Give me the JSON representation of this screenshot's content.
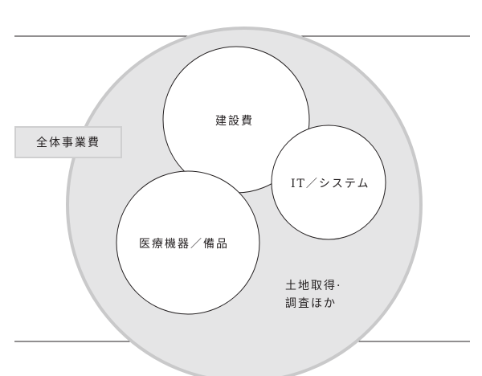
{
  "total_label": "全体事業費",
  "circles": {
    "construction": "建設費",
    "it": "IT／システム",
    "medical": "医療機器／備品"
  },
  "remainder": {
    "line1": "土地取得·",
    "line2": "調査ほか"
  },
  "colors": {
    "outer_fill": "#e5e5e6",
    "outer_stroke": "#c9c9ca",
    "inner_fill": "#ffffff",
    "inner_stroke": "#231f20"
  }
}
